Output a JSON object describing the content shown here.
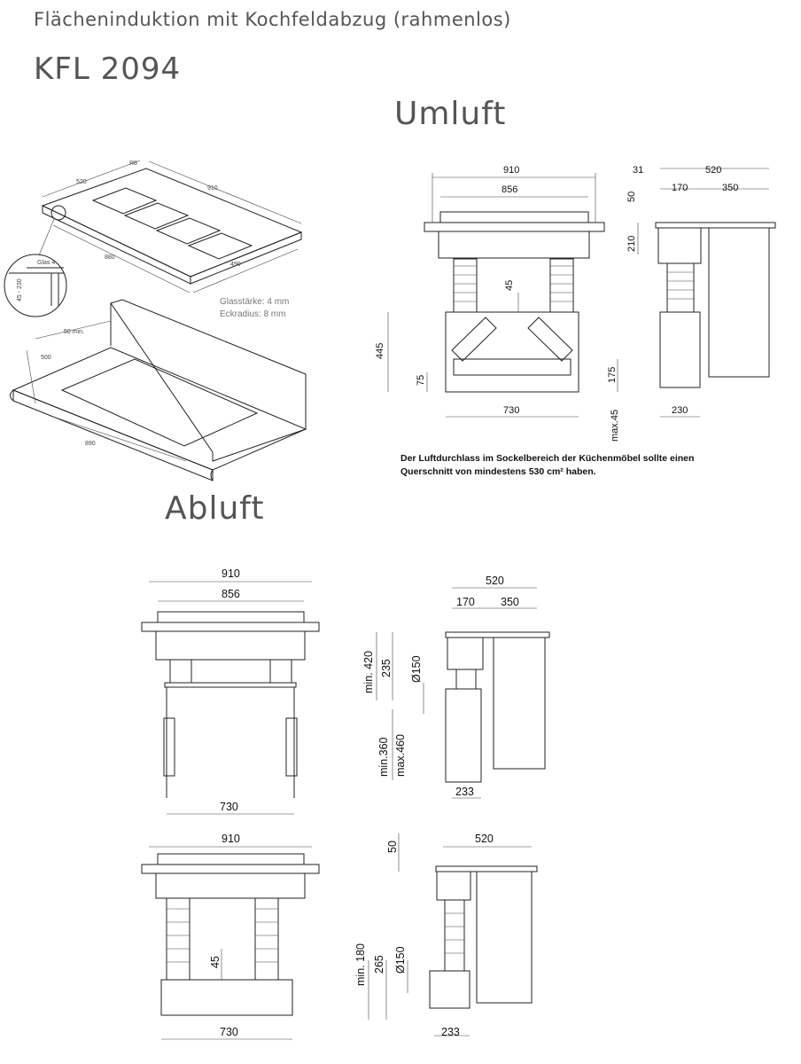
{
  "header": {
    "subtitle": "Flächeninduktion mit Kochfeldabzug (rahmenlos)",
    "model": "KFL 2094"
  },
  "sections": {
    "umluft": "Umluft",
    "abluft": "Abluft"
  },
  "iso_drawing": {
    "r8": "R8",
    "d520": "520",
    "d910": "910",
    "d880": "880",
    "d490": "490",
    "glas": "Glas 4",
    "d45_230": "45 - 230",
    "glass_thickness": "Glasstärke: 4 mm",
    "corner_radius": "Eckradius: 8 mm",
    "d50min": "50 min.",
    "d500": "500",
    "d890": "890"
  },
  "umluft_front": {
    "w910": "910",
    "w856": "856",
    "h45": "45",
    "h445": "445",
    "h75": "75",
    "h175": "175",
    "w730": "730",
    "max45": "max.45"
  },
  "umluft_side": {
    "d31": "31",
    "d520": "520",
    "d170": "170",
    "d350": "350",
    "d50": "50",
    "d210": "210",
    "d230": "230"
  },
  "note": {
    "line1": "Der Luftdurchlass im Sockelbereich der Küchenmöbel sollte einen",
    "line2": "Querschnitt von mindestens 530 cm² haben."
  },
  "abluft_front1": {
    "w910": "910",
    "w856": "856",
    "w730": "730"
  },
  "abluft_side1": {
    "d520": "520",
    "d170": "170",
    "d350": "350",
    "min420": "min. 420",
    "d235": "235",
    "d150": "Ø150",
    "min360": "min.360",
    "max460": "max.460",
    "d233": "233"
  },
  "abluft_front2": {
    "w910": "910",
    "h45": "45",
    "w730": "730"
  },
  "abluft_side2": {
    "d520": "520",
    "d50": "50",
    "min180": "min. 180",
    "d265": "265",
    "d150": "Ø150",
    "d233": "233"
  }
}
